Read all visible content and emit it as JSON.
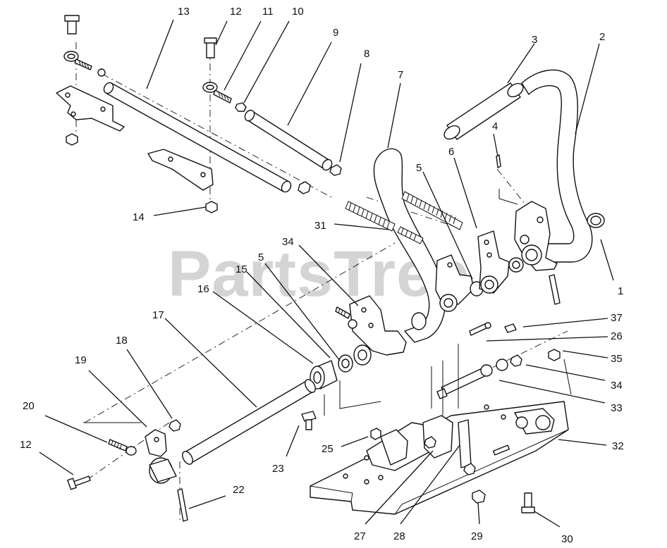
{
  "watermark": "PartsTree",
  "callouts": [
    {
      "id": "13",
      "label": "13"
    },
    {
      "id": "12a",
      "label": "12"
    },
    {
      "id": "11",
      "label": "11"
    },
    {
      "id": "10",
      "label": "10"
    },
    {
      "id": "9",
      "label": "9"
    },
    {
      "id": "8",
      "label": "8"
    },
    {
      "id": "7",
      "label": "7"
    },
    {
      "id": "3",
      "label": "3"
    },
    {
      "id": "2",
      "label": "2"
    },
    {
      "id": "4",
      "label": "4"
    },
    {
      "id": "6",
      "label": "6"
    },
    {
      "id": "5a",
      "label": "5"
    },
    {
      "id": "14",
      "label": "14"
    },
    {
      "id": "31",
      "label": "31"
    },
    {
      "id": "34a",
      "label": "34"
    },
    {
      "id": "5b",
      "label": "5"
    },
    {
      "id": "15",
      "label": "15"
    },
    {
      "id": "16",
      "label": "16"
    },
    {
      "id": "1",
      "label": "1"
    },
    {
      "id": "17",
      "label": "17"
    },
    {
      "id": "37",
      "label": "37"
    },
    {
      "id": "26",
      "label": "26"
    },
    {
      "id": "18",
      "label": "18"
    },
    {
      "id": "35",
      "label": "35"
    },
    {
      "id": "19",
      "label": "19"
    },
    {
      "id": "34b",
      "label": "34"
    },
    {
      "id": "33",
      "label": "33"
    },
    {
      "id": "20",
      "label": "20"
    },
    {
      "id": "12b",
      "label": "12"
    },
    {
      "id": "25",
      "label": "25"
    },
    {
      "id": "32",
      "label": "32"
    },
    {
      "id": "23",
      "label": "23"
    },
    {
      "id": "22",
      "label": "22"
    },
    {
      "id": "27",
      "label": "27"
    },
    {
      "id": "28",
      "label": "28"
    },
    {
      "id": "29",
      "label": "29"
    },
    {
      "id": "30",
      "label": "30"
    }
  ]
}
